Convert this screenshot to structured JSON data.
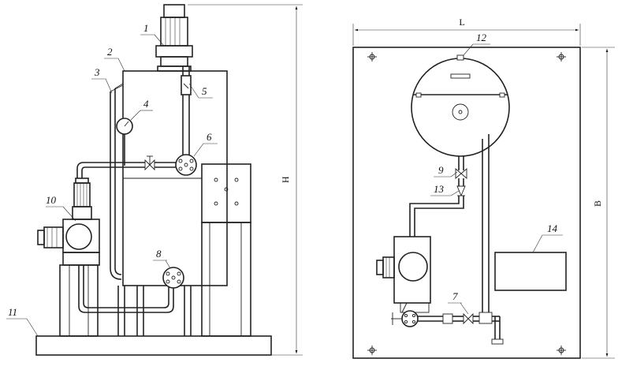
{
  "front_view": {
    "callouts": [
      "1",
      "2",
      "3",
      "4",
      "5",
      "6",
      "8",
      "10",
      "11"
    ],
    "dimension_height": "H"
  },
  "plan_view": {
    "callouts": [
      "12",
      "9",
      "13",
      "14",
      "7"
    ],
    "dimension_length": "L",
    "dimension_width": "B"
  }
}
